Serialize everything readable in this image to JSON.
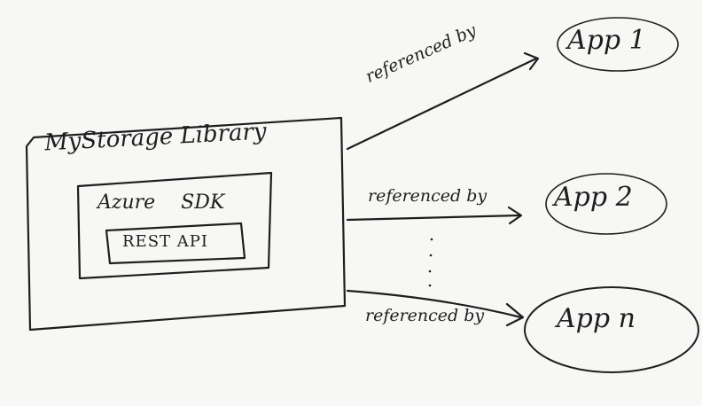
{
  "diagram": {
    "library": {
      "label": "MyStorage Library",
      "sdk": {
        "label": "Azure SDK",
        "inner": {
          "label": "REST API"
        }
      }
    },
    "edges": [
      {
        "label": "referenced by",
        "target": "App 1"
      },
      {
        "label": "referenced by",
        "target": "App 2"
      },
      {
        "label": "referenced by",
        "target": "App n"
      }
    ],
    "apps": [
      {
        "label": "App 1"
      },
      {
        "label": "App 2"
      },
      {
        "label": "App n"
      }
    ],
    "ellipsis": "⋮",
    "colors": {
      "ink": "#1e1e1e",
      "paper": "#f7f7f5"
    }
  }
}
